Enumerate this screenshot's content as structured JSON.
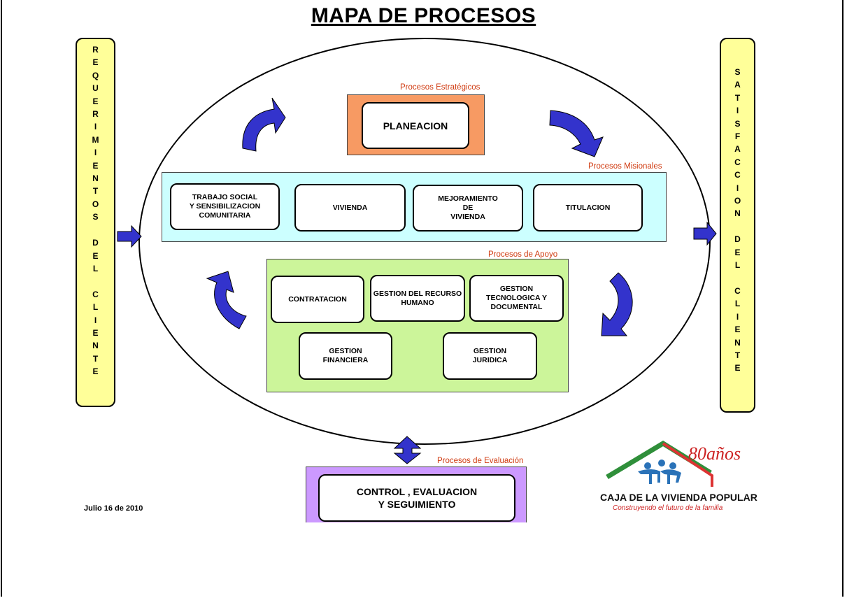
{
  "title": "MAPA DE PROCESOS",
  "left_bar": {
    "text": "R\nE\nQ\nU\nE\nR\nI\nM\nI\nE\nN\nT\nO\nS\n\nD\nE\nL\n\nC\nL\nI\nE\nN\nT\nE"
  },
  "right_bar": {
    "text": "S\nA\nT\nI\nS\nF\nA\nC\nC\nI\nO\nN\n\nD\nE\nL\n\nC\nL\nI\nE\nN\nT\nE"
  },
  "strategic": {
    "label": "Procesos Estratégicos",
    "planeacion": "PLANEACION"
  },
  "misionales": {
    "label": "Procesos Misionales",
    "items": [
      "TRABAJO SOCIAL\nY SENSIBILIZACION\nCOMUNITARIA",
      "VIVIENDA",
      "MEJORAMIENTO\nDE\nVIVIENDA",
      "TITULACION"
    ]
  },
  "apoyo": {
    "label": "Procesos de Apoyo",
    "items": [
      "CONTRATACION",
      "GESTION DEL RECURSO\nHUMANO",
      "GESTION\nTECNOLOGICA Y\nDOCUMENTAL",
      "GESTION\nFINANCIERA",
      "GESTION\nJURIDICA"
    ]
  },
  "evaluacion": {
    "label": "Procesos de Evaluación",
    "control": "CONTROL , EVALUACION\nY SEGUIMIENTO"
  },
  "date": "Julio 16 de 2010",
  "logo": {
    "anniversary": "80años",
    "name": "CAJA DE LA VIVIENDA POPULAR",
    "tagline": "Construyendo el futuro de la familia"
  },
  "colors": {
    "side_bars": "#ffff99",
    "strategic_fill": "#f79a63",
    "misionales_fill": "#ccffff",
    "apoyo_fill": "#ccf59a",
    "evaluacion_fill": "#cc99ff",
    "arrows": "#3333cc",
    "labels": "#d03a10"
  }
}
